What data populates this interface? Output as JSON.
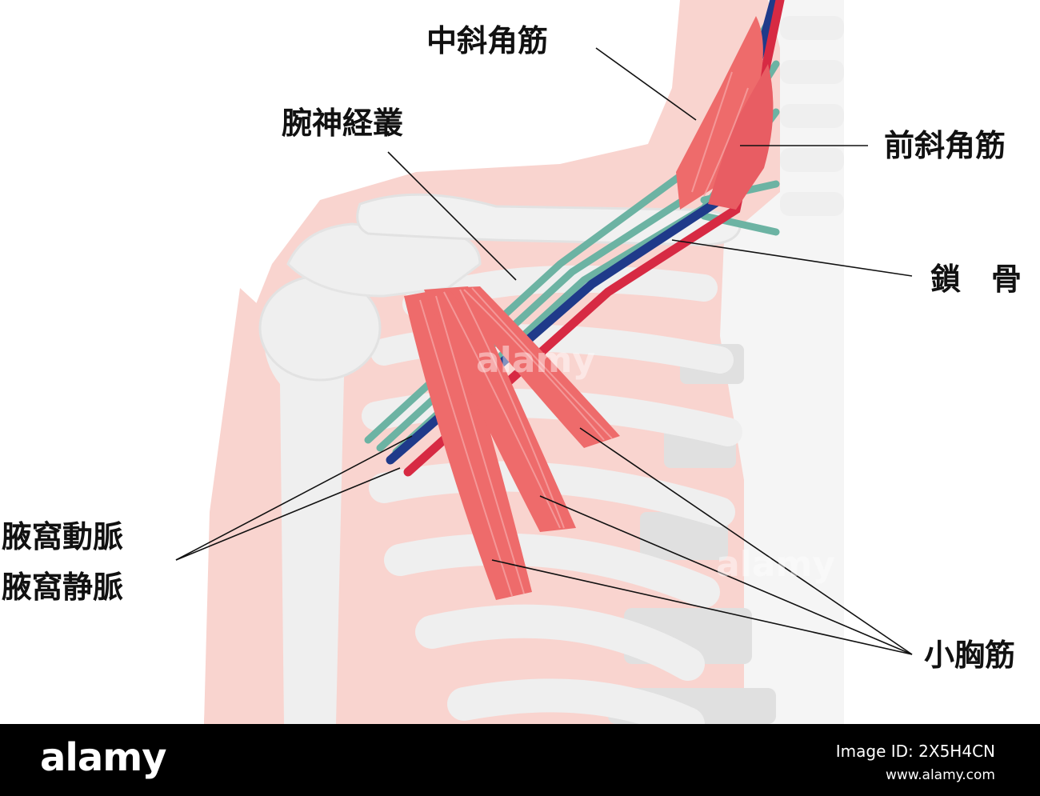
{
  "labels": {
    "middle_scalene": "中斜角筋",
    "anterior_scalene": "前斜角筋",
    "brachial_plexus": "腕神経叢",
    "clavicle": "鎖　骨",
    "axillary_artery": "腋窩動脈",
    "axillary_vein": "腋窩静脈",
    "pectoralis_minor": "小胸筋"
  },
  "colors": {
    "body_silhouette": "#f9d4cf",
    "bone": "#efefef",
    "muscle": "#ee6b6b",
    "nerve": "#6cb3a3",
    "artery": "#d72a43",
    "vein": "#1f3a8a",
    "leader_line": "#111111"
  },
  "footer": {
    "logo": "alamy",
    "image_code": "Image ID: 2X5H4CN",
    "site": "www.alamy.com"
  }
}
